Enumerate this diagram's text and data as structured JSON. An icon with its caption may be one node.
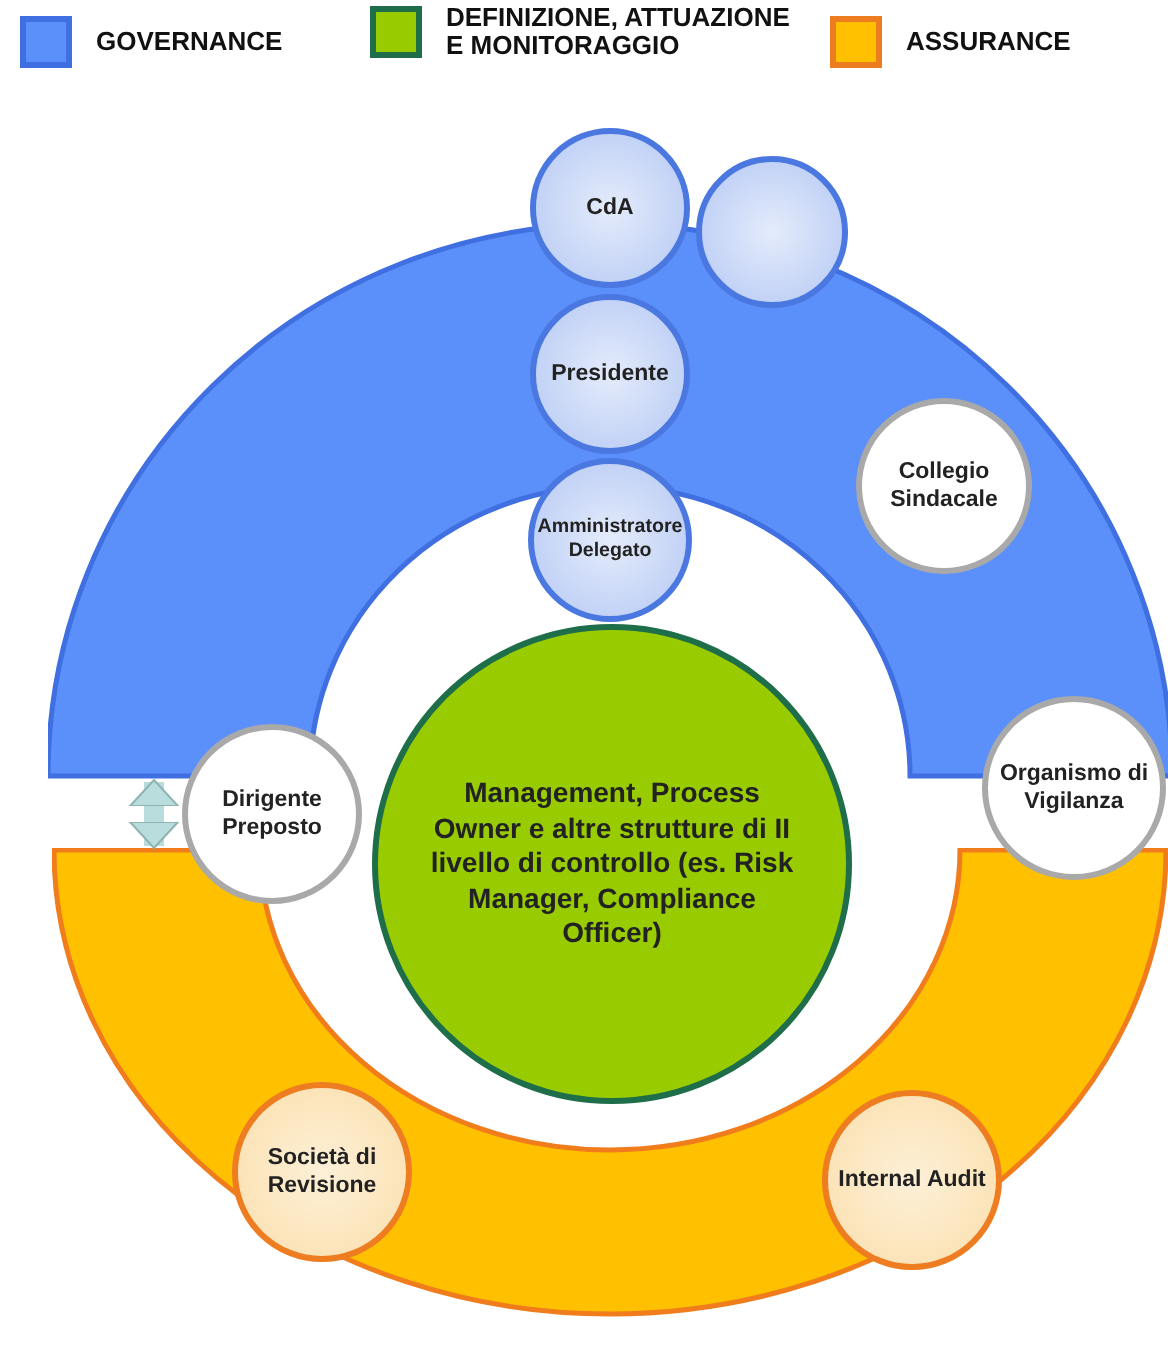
{
  "diagram": {
    "nodes": [
      {
        "text": [],
        "shape": "band"
      },
      {
        "text": [
          "CdA"
        ]
      },
      {
        "text": [],
        "shape": "circle"
      },
      {
        "text": [
          "Presidente"
        ],
        "in": 0
      },
      {
        "text": [
          "Amministratore Delegato"
        ]
      },
      {
        "text": [
          "Collegio Sindacale"
        ],
        "in": 0
      },
      {
        "text": [
          "Management, Process Owner e altre strutture di II livello di controllo (es. Risk Manager, Compliance Officer)"
        ]
      },
      {
        "text": [
          "Dirigente Preposto"
        ]
      },
      {
        "text": [
          "Organismo di Vigilanza"
        ]
      },
      {
        "text": [],
        "shape": "band"
      },
      {
        "text": [
          "Società di Revisione"
        ],
        "in": 9
      },
      {
        "text": [
          "Internal Audit"
        ],
        "in": 9
      }
    ],
    "edges": [
      {
        "from": 0,
        "to": 9,
        "arrow": "both"
      }
    ],
    "legend": [
      {
        "text": "GOVERNANCE",
        "color": "#5b8ff9"
      },
      {
        "text": "DEFINIZIONE, ATTUAZIONE E MONITORAGGIO",
        "color": "#99cc00"
      },
      {
        "text": "ASSURANCE",
        "color": "#ffc000"
      }
    ]
  }
}
